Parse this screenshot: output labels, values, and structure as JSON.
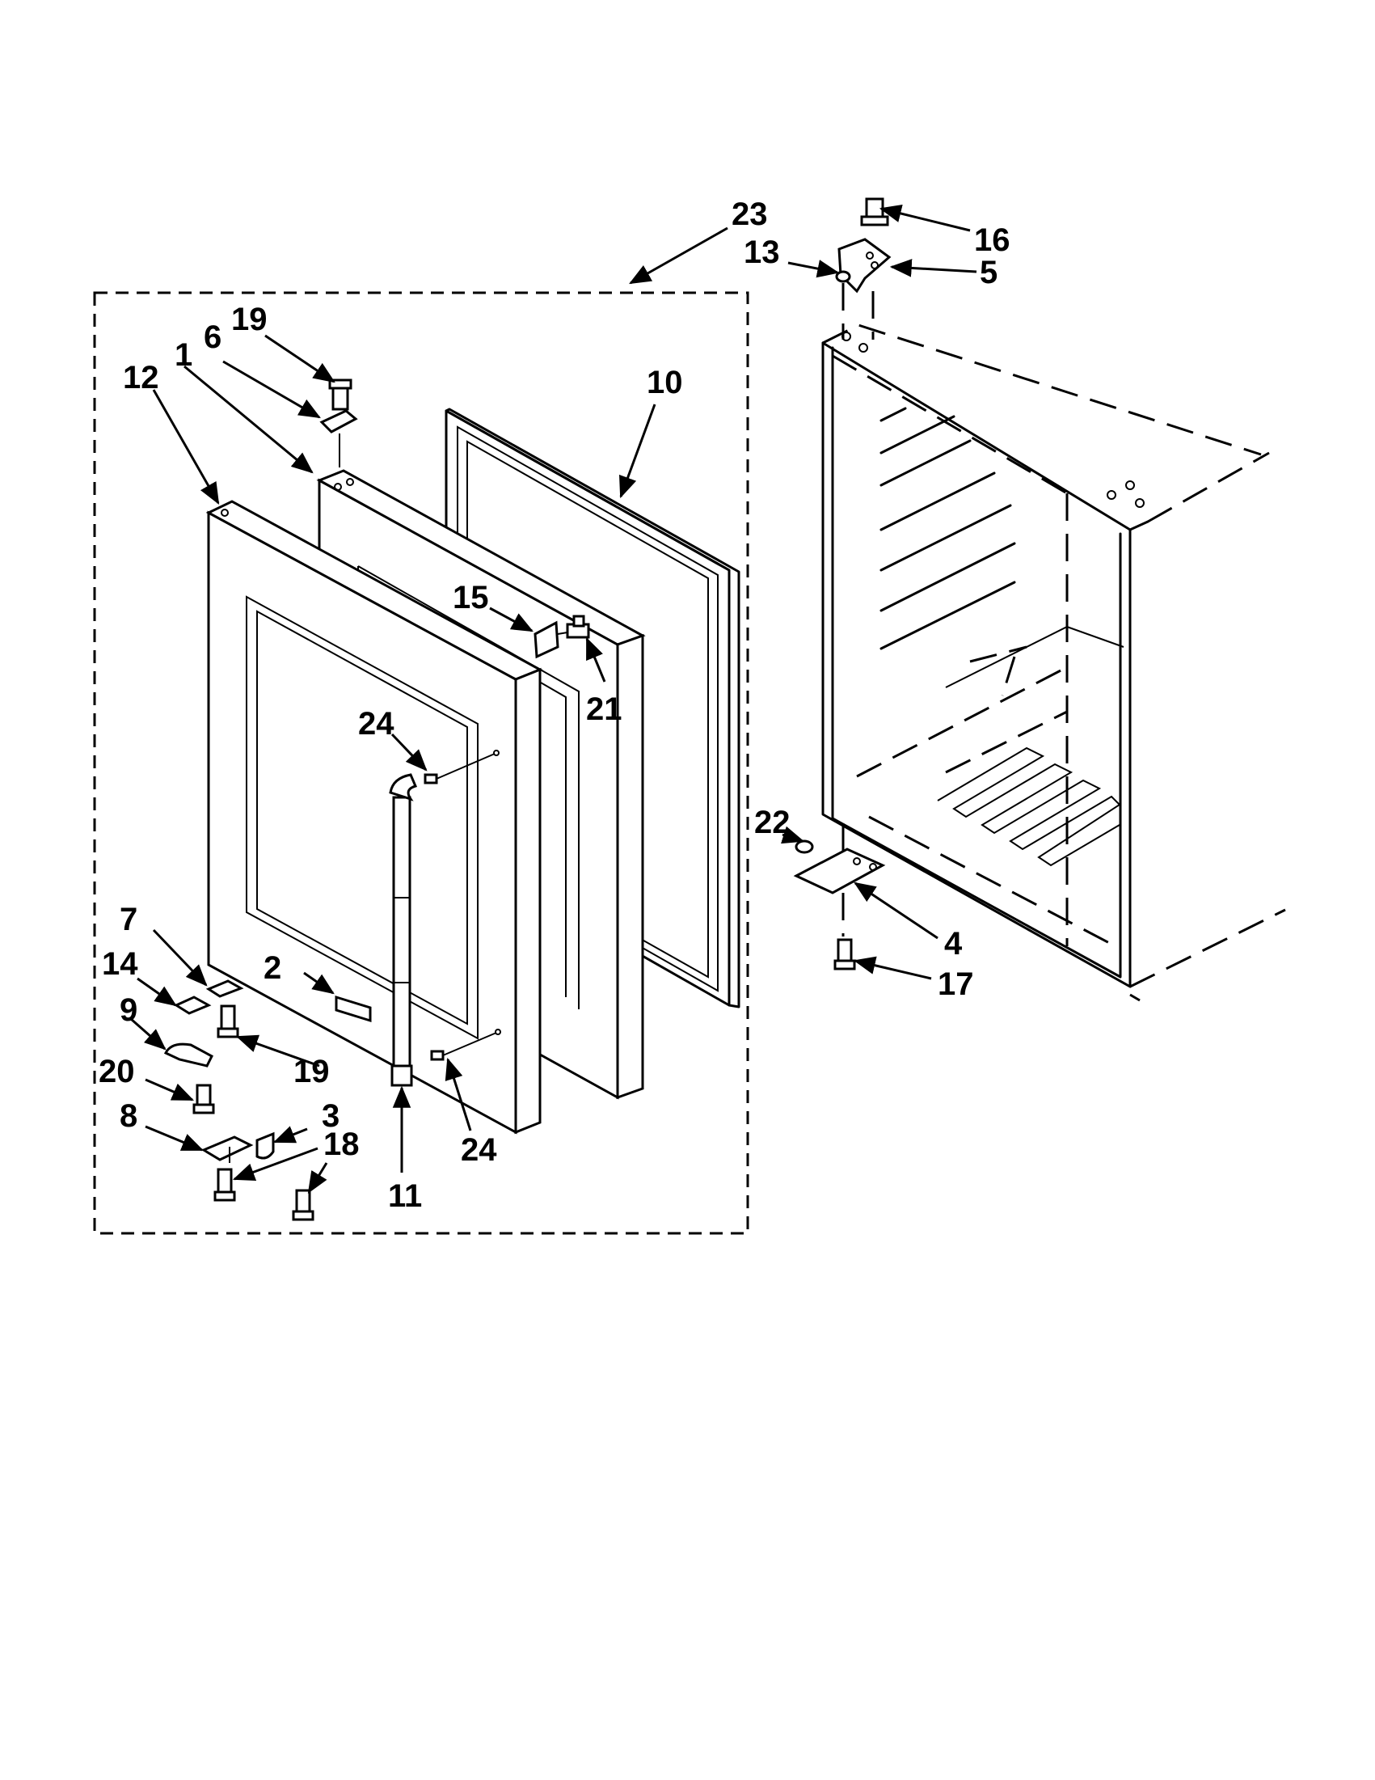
{
  "callouts": [
    {
      "id": "c23",
      "label": "23"
    },
    {
      "id": "c16",
      "label": "16"
    },
    {
      "id": "c13",
      "label": "13"
    },
    {
      "id": "c5",
      "label": "5"
    },
    {
      "id": "c19a",
      "label": "19"
    },
    {
      "id": "c6",
      "label": "6"
    },
    {
      "id": "c1",
      "label": "1"
    },
    {
      "id": "c12",
      "label": "12"
    },
    {
      "id": "c10",
      "label": "10"
    },
    {
      "id": "c15",
      "label": "15"
    },
    {
      "id": "c21",
      "label": "21"
    },
    {
      "id": "c24a",
      "label": "24"
    },
    {
      "id": "c22",
      "label": "22"
    },
    {
      "id": "c4",
      "label": "4"
    },
    {
      "id": "c17",
      "label": "17"
    },
    {
      "id": "c7",
      "label": "7"
    },
    {
      "id": "c14",
      "label": "14"
    },
    {
      "id": "c2",
      "label": "2"
    },
    {
      "id": "c9",
      "label": "9"
    },
    {
      "id": "c19b",
      "label": "19"
    },
    {
      "id": "c20",
      "label": "20"
    },
    {
      "id": "c3",
      "label": "3"
    },
    {
      "id": "c8",
      "label": "8"
    },
    {
      "id": "c18",
      "label": "18"
    },
    {
      "id": "c24b",
      "label": "24"
    },
    {
      "id": "c11",
      "label": "11"
    }
  ]
}
